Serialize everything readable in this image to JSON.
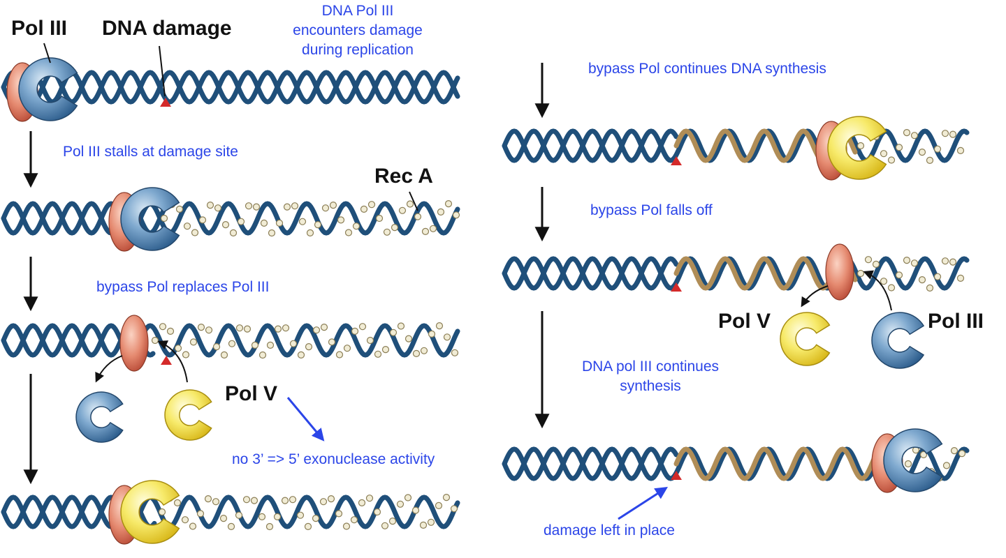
{
  "labels": {
    "pol_iii_top": "Pol III",
    "dna_damage": "DNA damage",
    "encounter_caption": "DNA Pol III\nencounters damage\nduring replication",
    "stall_caption": "Pol III stalls at damage site",
    "rec_a": "Rec A",
    "replace_caption": "bypass Pol replaces Pol III",
    "pol_v_left": "Pol V",
    "no_exo_caption": "no 3’ => 5’ exonuclease activity",
    "continue_caption": "bypass Pol continues DNA synthesis",
    "falls_off_caption": "bypass Pol falls off",
    "pol_v_right": "Pol V",
    "pol_iii_right": "Pol III",
    "pol_iii_continues_caption": "DNA pol III continues\nsynthesis",
    "damage_left_caption": "damage left in place"
  },
  "colors": {
    "dna_strand": "#1f4f7a",
    "new_strand": "#b08d57",
    "pol_iii": "#3d6f9c",
    "pol_v": "#f2e04a",
    "clamp": "#d9705a",
    "damage_marker": "#d42a2a",
    "arrow": "#111111",
    "blue_arrow": "#2b45e8",
    "caption": "#2b45e8"
  }
}
